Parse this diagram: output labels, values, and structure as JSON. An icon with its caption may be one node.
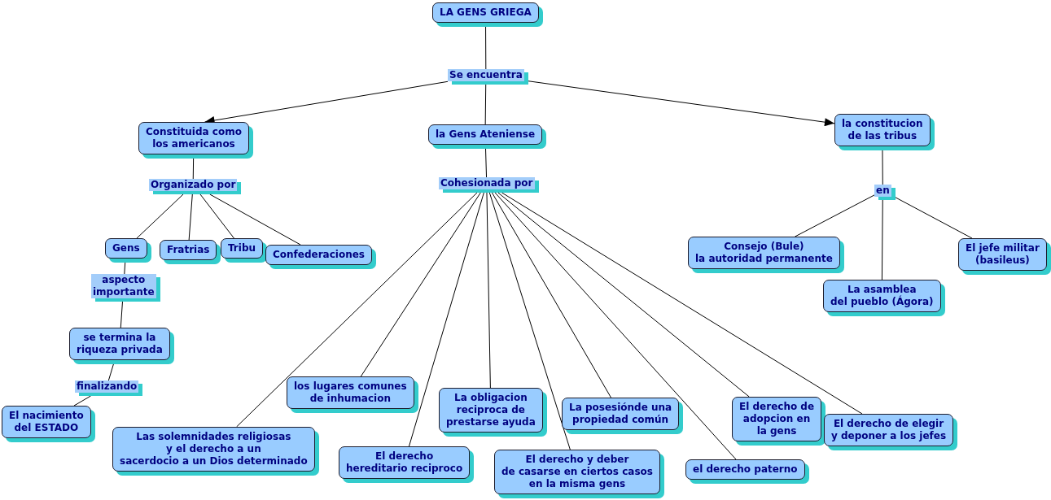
{
  "diagram": {
    "nodes": [
      {
        "text": [
          "LA GENS GRIEGA"
        ]
      },
      {
        "text": [
          "Se encuentra"
        ]
      },
      {
        "text": [
          "Constituida como los americanos"
        ]
      },
      {
        "text": [
          "la Gens Ateniense"
        ]
      },
      {
        "text": [
          "la constitucion de las tribus"
        ]
      },
      {
        "text": [
          "Organizado por"
        ]
      },
      {
        "text": [
          "Cohesionada por"
        ]
      },
      {
        "text": [
          "en"
        ]
      },
      {
        "text": [
          "Gens"
        ]
      },
      {
        "text": [
          "Fratrias"
        ]
      },
      {
        "text": [
          "Tribu"
        ]
      },
      {
        "text": [
          "Confederaciones"
        ]
      },
      {
        "text": [
          "Consejo (Bule) la autoridad permanente"
        ]
      },
      {
        "text": [
          "El jefe militar (basileus)"
        ]
      },
      {
        "text": [
          "aspecto importante"
        ]
      },
      {
        "text": [
          "La asamblea del pueblo (Ágora)"
        ]
      },
      {
        "text": [
          "se termina la riqueza privada"
        ]
      },
      {
        "text": [
          "finalizando"
        ]
      },
      {
        "text": [
          "El nacimiento del ESTADO"
        ]
      },
      {
        "text": [
          "los lugares comunes de inhumacion"
        ]
      },
      {
        "text": [
          "La obligacion reciproca de prestarse ayuda"
        ]
      },
      {
        "text": [
          "La posesiónde una propiedad común"
        ]
      },
      {
        "text": [
          "El derecho de adopcion en la gens"
        ]
      },
      {
        "text": [
          "El derecho de elegir y deponer a los jefes"
        ]
      },
      {
        "text": [
          "Las solemnidades religiosas y el derecho a un sacerdocio a un Dios determinado"
        ]
      },
      {
        "text": [
          "El derecho hereditario reciproco"
        ]
      },
      {
        "text": [
          "El derecho y deber de casarse en ciertos casos en la misma gens"
        ]
      },
      {
        "text": [
          "el derecho paterno"
        ]
      }
    ],
    "edges": [
      {
        "from": 0,
        "to": 1,
        "arrow": "none"
      },
      {
        "from": 1,
        "to": 2,
        "arrow": "to"
      },
      {
        "from": 1,
        "to": 3,
        "arrow": "none"
      },
      {
        "from": 1,
        "to": 4,
        "arrow": "to"
      },
      {
        "from": 2,
        "to": 5,
        "arrow": "none"
      },
      {
        "from": 3,
        "to": 6,
        "arrow": "none"
      },
      {
        "from": 4,
        "to": 7,
        "arrow": "none"
      },
      {
        "from": 5,
        "to": 8,
        "arrow": "none"
      },
      {
        "from": 5,
        "to": 9,
        "arrow": "none"
      },
      {
        "from": 5,
        "to": 10,
        "arrow": "none"
      },
      {
        "from": 5,
        "to": 11,
        "arrow": "none"
      },
      {
        "from": 6,
        "to": 24,
        "arrow": "none"
      },
      {
        "from": 6,
        "to": 19,
        "arrow": "none"
      },
      {
        "from": 6,
        "to": 25,
        "arrow": "none"
      },
      {
        "from": 6,
        "to": 20,
        "arrow": "none"
      },
      {
        "from": 6,
        "to": 26,
        "arrow": "none"
      },
      {
        "from": 6,
        "to": 21,
        "arrow": "none"
      },
      {
        "from": 6,
        "to": 27,
        "arrow": "none"
      },
      {
        "from": 6,
        "to": 22,
        "arrow": "none"
      },
      {
        "from": 6,
        "to": 23,
        "arrow": "none"
      },
      {
        "from": 7,
        "to": 12,
        "arrow": "none"
      },
      {
        "from": 7,
        "to": 15,
        "arrow": "none"
      },
      {
        "from": 7,
        "to": 13,
        "arrow": "none"
      },
      {
        "from": 8,
        "to": 14,
        "arrow": "none"
      },
      {
        "from": 14,
        "to": 16,
        "arrow": "none"
      },
      {
        "from": 16,
        "to": 17,
        "arrow": "none"
      },
      {
        "from": 17,
        "to": 18,
        "arrow": "none"
      }
    ]
  }
}
